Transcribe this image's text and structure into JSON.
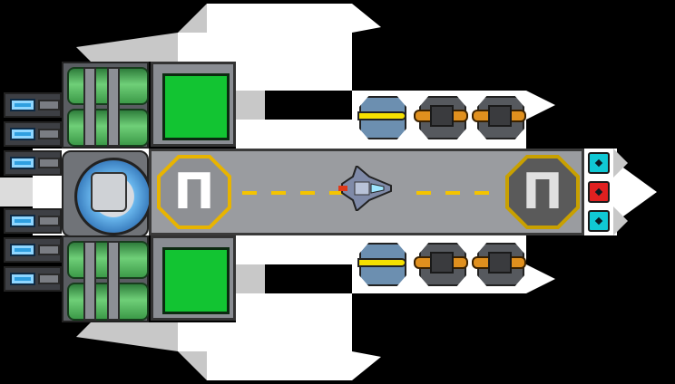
{
  "scene": {
    "background_color": "#000000",
    "hull_light": "#ffffff",
    "hull_mid": "#c8c8c8",
    "hull_dark": "#9a9a9a"
  },
  "hangar": {
    "left_marker_label": "Π",
    "right_marker_label": "Π",
    "stripe_color": "#f5c400",
    "left_marker_color": "#e8b400",
    "right_marker_color": "#5a5a5a"
  },
  "modules": {
    "thrusters_count": 6,
    "fuel_tanks_count": 2,
    "reactor_color": "#6ab8ee",
    "room_screen_color": "#12c432"
  },
  "weapons": {
    "laser_icon": "laser-turret-icon",
    "cannon_icon": "autocannon-turret-icon",
    "laser_barrel_color": "#f5e000",
    "cannon_barrel_color": "#e0901e"
  },
  "nose_plugs": [
    {
      "color": "#10c8d4",
      "icon": "connector-icon"
    },
    {
      "color": "#e02020",
      "icon": "connector-icon"
    },
    {
      "color": "#10c8d4",
      "icon": "connector-icon"
    }
  ]
}
